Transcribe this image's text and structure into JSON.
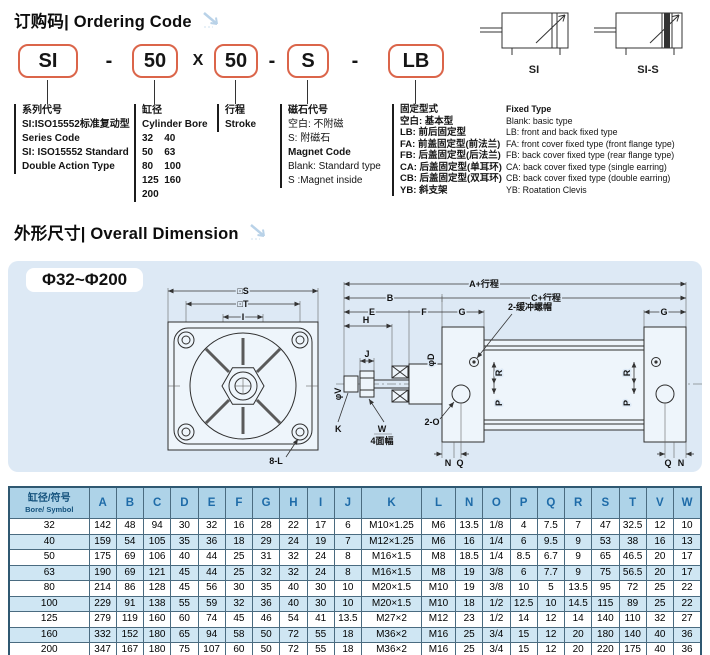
{
  "sections": {
    "ordering_title": "订购码| Ordering Code",
    "dimension_title": "外形尺寸| Overall Dimension",
    "range_label": "Φ32~Φ200"
  },
  "mini_diagrams": {
    "left_label": "SI",
    "right_label": "SI-S"
  },
  "ordering_code": {
    "boxes": {
      "series": "SI",
      "bore": "50",
      "stroke": "50",
      "magnet": "S",
      "mount": "LB"
    },
    "separators": {
      "s1": "-",
      "x": "X",
      "s2": "-",
      "s3": "-"
    },
    "columns": {
      "series": [
        {
          "t": "系列代号",
          "b": true
        },
        {
          "t": "SI:ISO15552标准复动型",
          "b": true
        },
        {
          "t": "Series Code",
          "b": true
        },
        {
          "t": "SI: ISO15552 Standard",
          "b": true
        },
        {
          "t": "Double Action Type",
          "b": true
        }
      ],
      "bore": [
        {
          "t": "缸径",
          "b": true
        },
        {
          "t": "Cylinder Bore",
          "b": true
        },
        {
          "t": "32    40",
          "b": true
        },
        {
          "t": "50    63",
          "b": true
        },
        {
          "t": "80    100",
          "b": true
        },
        {
          "t": "125  160",
          "b": true
        },
        {
          "t": "200",
          "b": true
        }
      ],
      "stroke": [
        {
          "t": "行程",
          "b": true
        },
        {
          "t": "Stroke",
          "b": true
        }
      ],
      "magnet": [
        {
          "t": "磁石代号",
          "b": true
        },
        {
          "t": "空白: 不附磁",
          "b": false
        },
        {
          "t": "S: 附磁石",
          "b": false
        },
        {
          "t": "Magnet Code",
          "b": true
        },
        {
          "t": "Blank: Standard type",
          "b": false
        },
        {
          "t": "S :Magnet inside",
          "b": false
        }
      ],
      "mount_zh": [
        {
          "t": "固定型式",
          "b": true
        },
        {
          "t": "空白: 基本型",
          "b": true
        },
        {
          "t": "LB: 前后固定型",
          "b": true
        },
        {
          "t": "FA: 前盖固定型(前法兰)",
          "b": true
        },
        {
          "t": "FB: 后盖固定型(后法兰)",
          "b": true
        },
        {
          "t": "CA: 后盖固定型(单耳环)",
          "b": true
        },
        {
          "t": "CB: 后盖固定型(双耳环)",
          "b": true
        },
        {
          "t": "YB: 斜支架",
          "b": true
        }
      ],
      "mount_en": [
        {
          "t": "Fixed Type",
          "b": true
        },
        {
          "t": "Blank: basic type",
          "b": false
        },
        {
          "t": "LB: front and back fixed type",
          "b": false
        },
        {
          "t": "FA: front cover fixed type (front flange type)",
          "b": false
        },
        {
          "t": "FB: back cover fixed type (rear flange type)",
          "b": false
        },
        {
          "t": "CA: back cover fixed type (single earring)",
          "b": false
        },
        {
          "t": "CB: back cover fixed type (double earring)",
          "b": false
        },
        {
          "t": "YB: Roatation Clevis",
          "b": false
        }
      ]
    }
  },
  "front_view": {
    "s": "□S",
    "t": "□T",
    "i": "I",
    "bolts": "8-L"
  },
  "side_view": {
    "a": "A+行程",
    "b": "B",
    "c": "C+行程",
    "e": "E",
    "f": "F",
    "g": "G",
    "h": "H",
    "j": "J",
    "phiD": "φD",
    "phiV": "φV",
    "k": "K",
    "w": "W",
    "w_sub": "4面幅",
    "cushion": "2-缓冲螺帽",
    "port": "2-O",
    "p": "P",
    "r": "R",
    "n": "N",
    "q": "Q"
  },
  "table": {
    "header_zh": "缸径/符号",
    "header_en": "Bore/ Symbol",
    "columns": [
      "A",
      "B",
      "C",
      "D",
      "E",
      "F",
      "G",
      "H",
      "I",
      "J",
      "K",
      "L",
      "N",
      "O",
      "P",
      "Q",
      "R",
      "S",
      "T",
      "V",
      "W"
    ],
    "rows": [
      {
        "bore": "32",
        "values": [
          "142",
          "48",
          "94",
          "30",
          "32",
          "16",
          "28",
          "22",
          "17",
          "6",
          "M10×1.25",
          "M6",
          "13.5",
          "1/8",
          "4",
          "7.5",
          "7",
          "47",
          "32.5",
          "12",
          "10"
        ]
      },
      {
        "bore": "40",
        "values": [
          "159",
          "54",
          "105",
          "35",
          "36",
          "18",
          "29",
          "24",
          "19",
          "7",
          "M12×1.25",
          "M6",
          "16",
          "1/4",
          "6",
          "9.5",
          "9",
          "53",
          "38",
          "16",
          "13"
        ]
      },
      {
        "bore": "50",
        "values": [
          "175",
          "69",
          "106",
          "40",
          "44",
          "25",
          "31",
          "32",
          "24",
          "8",
          "M16×1.5",
          "M8",
          "18.5",
          "1/4",
          "8.5",
          "6.7",
          "9",
          "65",
          "46.5",
          "20",
          "17"
        ]
      },
      {
        "bore": "63",
        "values": [
          "190",
          "69",
          "121",
          "45",
          "44",
          "25",
          "32",
          "32",
          "24",
          "8",
          "M16×1.5",
          "M8",
          "19",
          "3/8",
          "6",
          "7.7",
          "9",
          "75",
          "56.5",
          "20",
          "17"
        ]
      },
      {
        "bore": "80",
        "values": [
          "214",
          "86",
          "128",
          "45",
          "56",
          "30",
          "35",
          "40",
          "30",
          "10",
          "M20×1.5",
          "M10",
          "19",
          "3/8",
          "10",
          "5",
          "13.5",
          "95",
          "72",
          "25",
          "22"
        ]
      },
      {
        "bore": "100",
        "values": [
          "229",
          "91",
          "138",
          "55",
          "59",
          "32",
          "36",
          "40",
          "30",
          "10",
          "M20×1.5",
          "M10",
          "18",
          "1/2",
          "12.5",
          "10",
          "14.5",
          "115",
          "89",
          "25",
          "22"
        ]
      },
      {
        "bore": "125",
        "values": [
          "279",
          "119",
          "160",
          "60",
          "74",
          "45",
          "46",
          "54",
          "41",
          "13.5",
          "M27×2",
          "M12",
          "23",
          "1/2",
          "14",
          "12",
          "14",
          "140",
          "110",
          "32",
          "27"
        ]
      },
      {
        "bore": "160",
        "values": [
          "332",
          "152",
          "180",
          "65",
          "94",
          "58",
          "50",
          "72",
          "55",
          "18",
          "M36×2",
          "M16",
          "25",
          "3/4",
          "15",
          "12",
          "20",
          "180",
          "140",
          "40",
          "36"
        ]
      },
      {
        "bore": "200",
        "values": [
          "347",
          "167",
          "180",
          "75",
          "107",
          "60",
          "50",
          "72",
          "55",
          "18",
          "M36×2",
          "M16",
          "25",
          "3/4",
          "15",
          "12",
          "20",
          "220",
          "175",
          "40",
          "36"
        ]
      }
    ]
  }
}
